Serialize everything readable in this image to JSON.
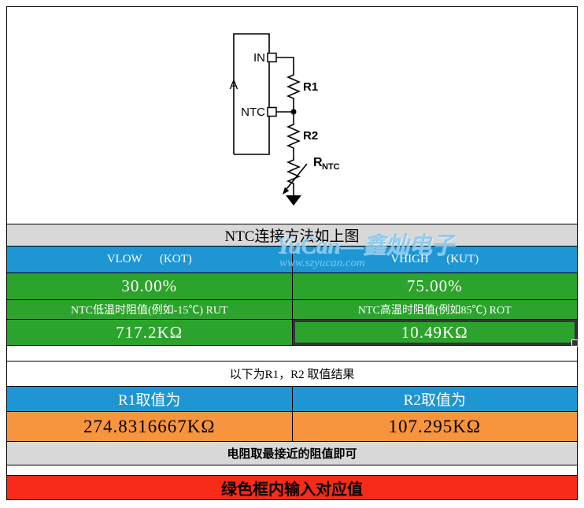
{
  "diagram": {
    "chip_label_fragment": "A",
    "pin_in_label": "IN",
    "pin_ntc_label": "NTC",
    "r1_label": "R1",
    "r2_label": "R2",
    "rntc_label_main": "R",
    "rntc_label_sub": "NTC"
  },
  "watermark": {
    "brand": "YuCan—鑫灿电子",
    "url": "www.szyucan.com"
  },
  "table": {
    "title": "NTC连接方法如上图",
    "vlow_header": "VLOW      (KOT)",
    "vhigh_header": "VHIGH      (KUT)",
    "vlow_value": "30.00%",
    "vhigh_value": "75.00%",
    "low_temp_label": "NTC低温时阻值(例如-15℃) RUT",
    "high_temp_label": "NTC高温时阻值(例如85℃) ROT",
    "low_temp_value": "717.2KΩ",
    "high_temp_value": "10.49KΩ",
    "result_note": "以下为R1，R2 取值结果",
    "r1_header": "R1取值为",
    "r2_header": "R2取值为",
    "r1_value": "274.8316667KΩ",
    "r2_value": "107.295KΩ",
    "resistor_note": "电阻取最接近的阻值即可",
    "input_hint": "绿色框内输入对应值"
  }
}
